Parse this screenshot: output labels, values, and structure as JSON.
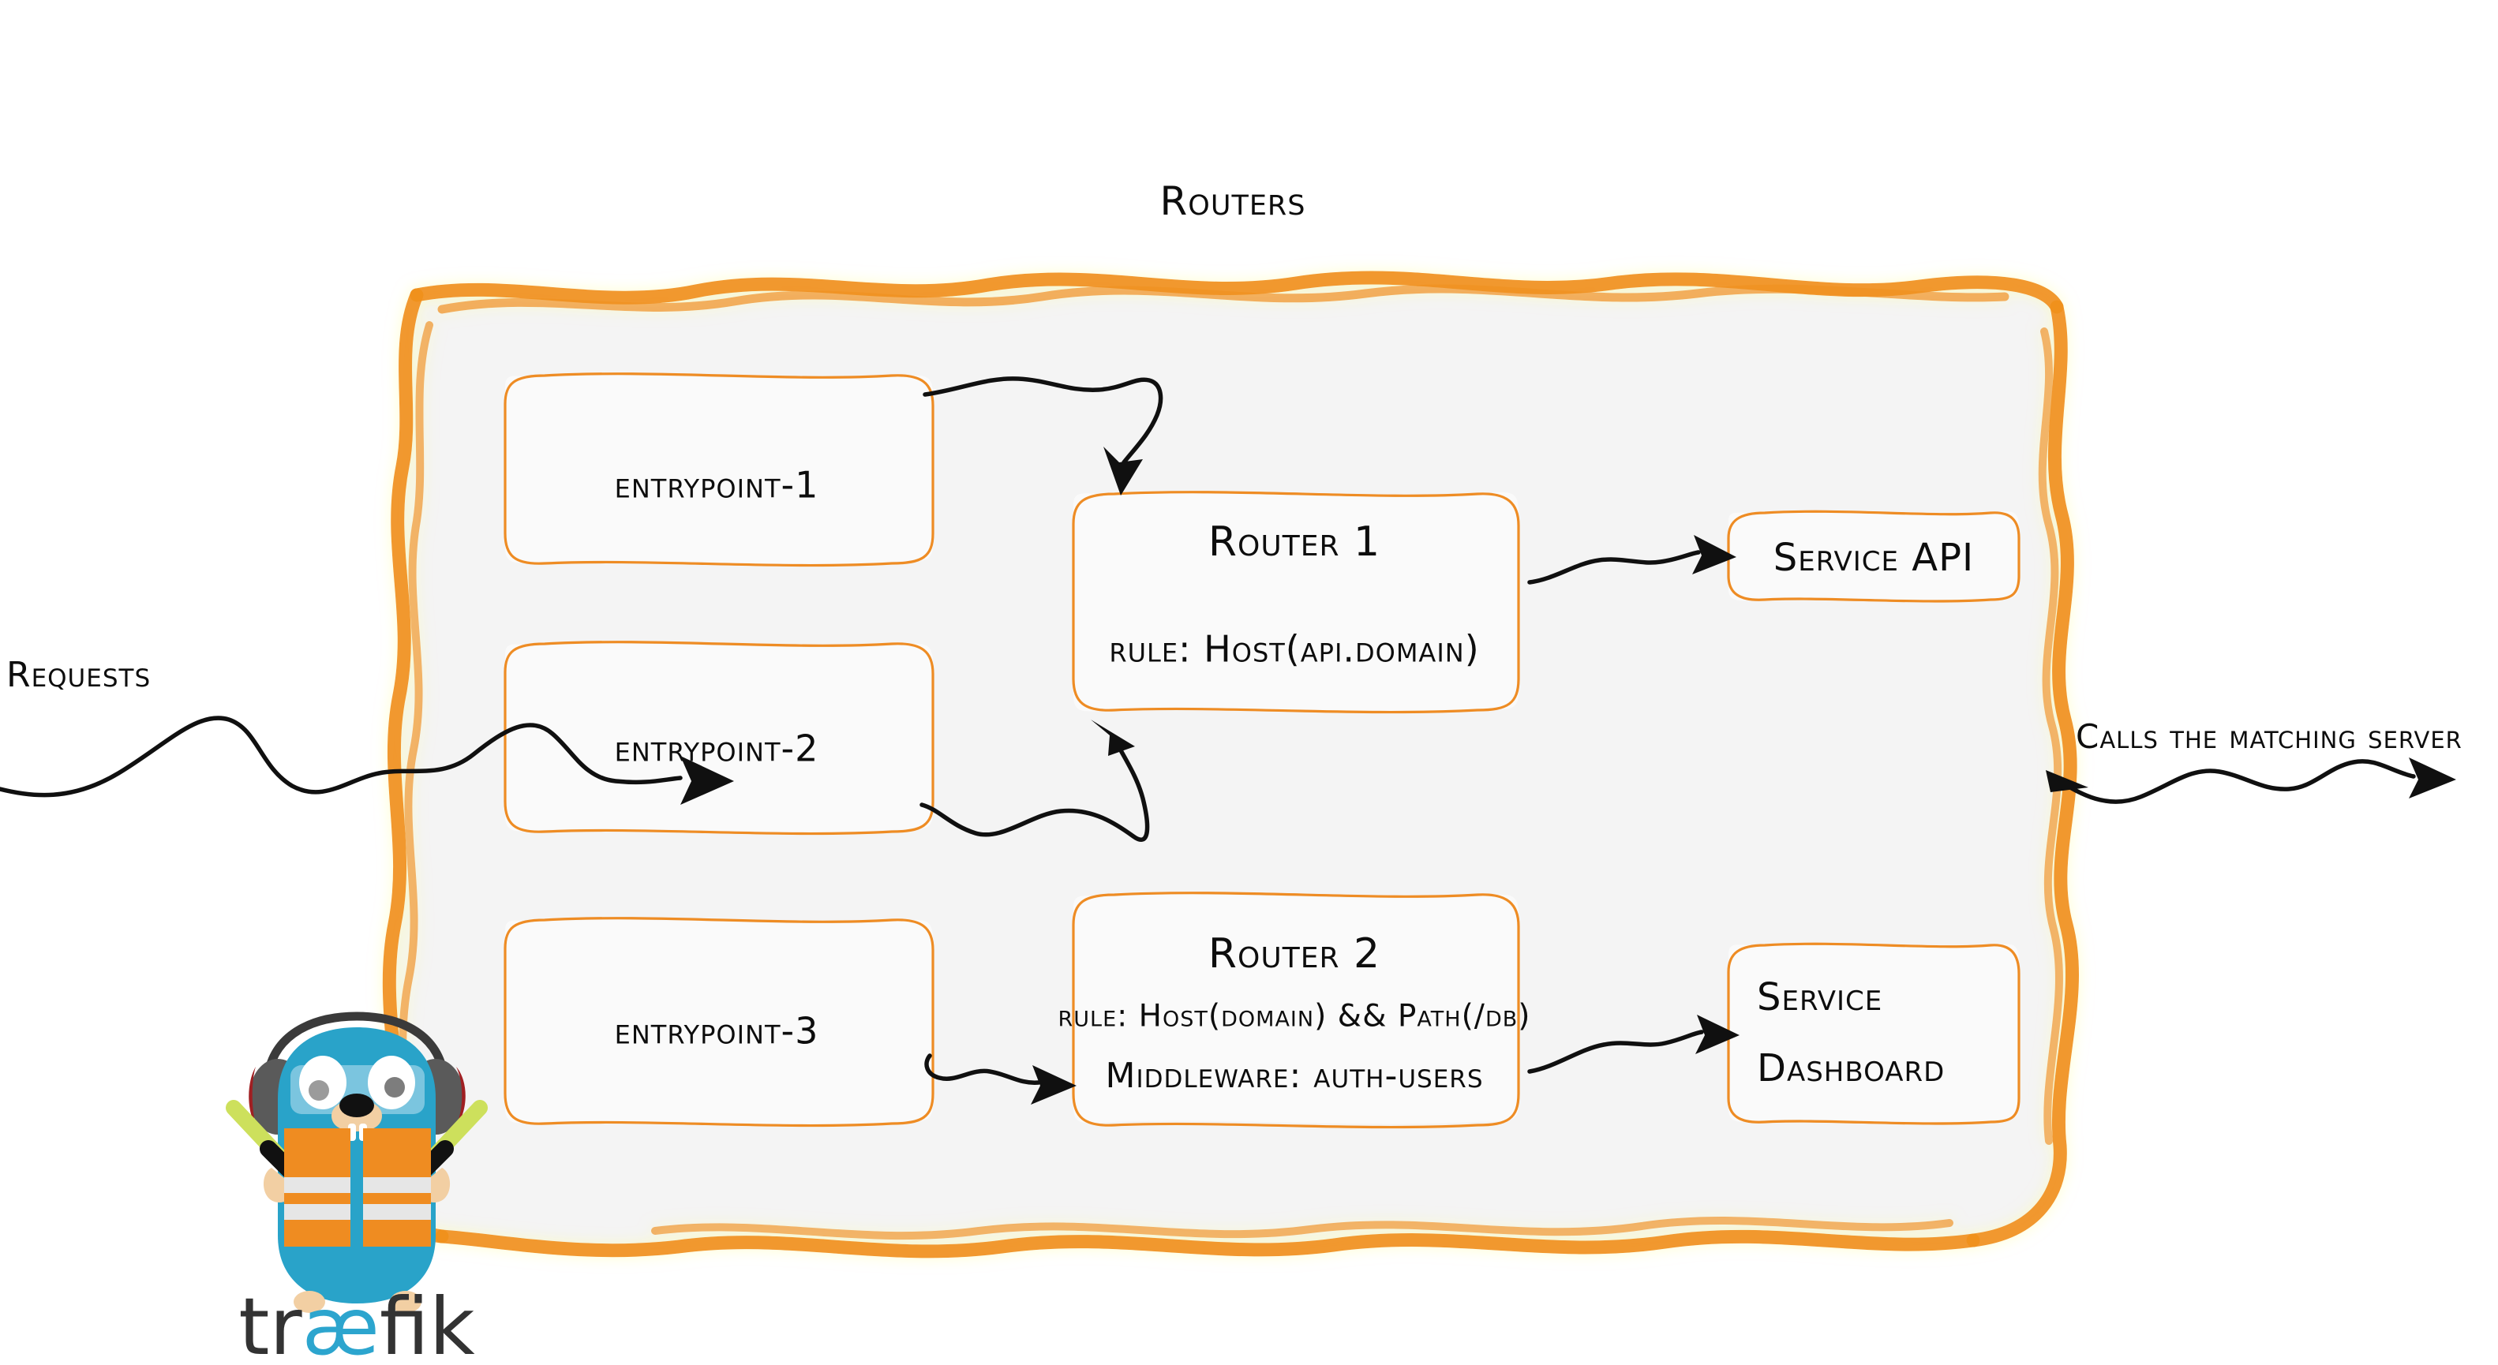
{
  "diagram": {
    "title": "Routers",
    "background_color": "#ffffff",
    "accent_color": "#ee8c24",
    "panel_fill": "#f4f4f4",
    "box_fill": "#fafafa",
    "ink_color": "#101010"
  },
  "labels": {
    "incoming": "Requests",
    "outgoing": "Calls the matching server"
  },
  "entrypoints": [
    {
      "label": "entrypoint-1"
    },
    {
      "label": "entrypoint-2"
    },
    {
      "label": "entrypoint-3"
    }
  ],
  "routers": [
    {
      "name": "Router 1",
      "lines": [
        "rule: Host(api.domain)"
      ]
    },
    {
      "name": "Router 2",
      "lines": [
        "rule: Host(domain) && Path(/db)",
        "Middleware: auth-users"
      ]
    }
  ],
  "services": [
    {
      "lines": [
        "Service API"
      ]
    },
    {
      "lines": [
        "Service",
        "Dashboard"
      ]
    }
  ],
  "logo": {
    "wordmark_prefix": "tr",
    "wordmark_ligature": "æ",
    "wordmark_suffix": "fik",
    "body_color": "#29a3c9",
    "vest_color": "#ef8c21",
    "stripe_color": "#e6e6e6",
    "wand_color": "#cde05c",
    "earmuff_color": "#5a5a5a",
    "earmuff_accent": "#a01f22",
    "muzzle_color": "#f2cfa3",
    "wordmark_dark": "#333333",
    "wordmark_accent": "#2ca5ce"
  }
}
